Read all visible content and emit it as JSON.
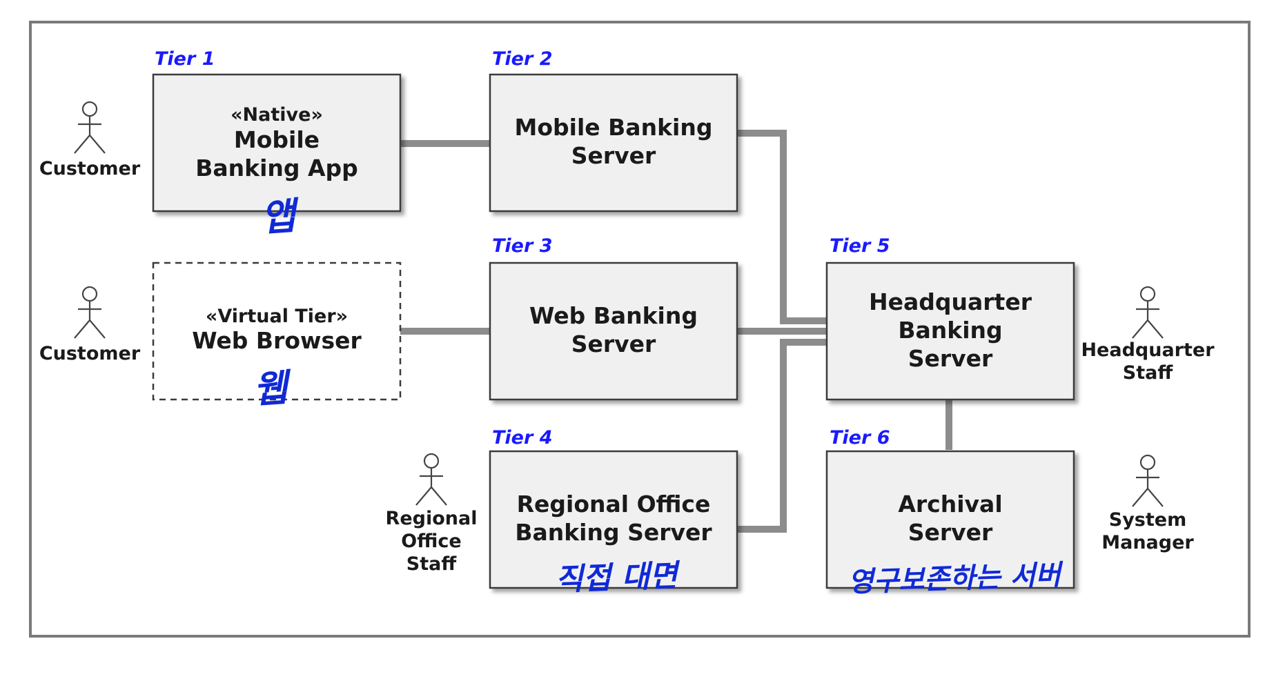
{
  "nodes": {
    "mobile_app": {
      "tier": "Tier 1",
      "stereotype": "«Native»",
      "lines": [
        "Mobile",
        "Banking App"
      ],
      "note": "앱"
    },
    "mobile_server": {
      "tier": "Tier 2",
      "lines": [
        "Mobile Banking",
        "Server"
      ]
    },
    "web_browser": {
      "stereotype": "«Virtual Tier»",
      "lines": [
        "Web Browser"
      ],
      "note": "웹"
    },
    "web_server": {
      "tier": "Tier 3",
      "lines": [
        "Web Banking",
        "Server"
      ]
    },
    "regional_server": {
      "tier": "Tier 4",
      "lines": [
        "Regional Office",
        "Banking Server"
      ],
      "note": "직접 대면"
    },
    "hq_server": {
      "tier": "Tier 5",
      "lines": [
        "Headquarter",
        "Banking",
        "Server"
      ]
    },
    "archival_server": {
      "tier": "Tier 6",
      "lines": [
        "Archival",
        "Server"
      ],
      "note": "영구보존하는 서버"
    }
  },
  "actors": {
    "customer_1": {
      "lines": [
        "Customer"
      ]
    },
    "customer_2": {
      "lines": [
        "Customer"
      ]
    },
    "regional_staff": {
      "lines": [
        "Regional",
        "Office",
        "Staff"
      ]
    },
    "hq_staff": {
      "lines": [
        "Headquarter",
        "Staff"
      ]
    },
    "system_manager": {
      "lines": [
        "System",
        "Manager"
      ]
    }
  },
  "colors": {
    "tier_label": "#1a1aff",
    "handwriting": "#1029d6",
    "node_fill": "#f0f0f0",
    "connector": "#8c8c8c"
  }
}
